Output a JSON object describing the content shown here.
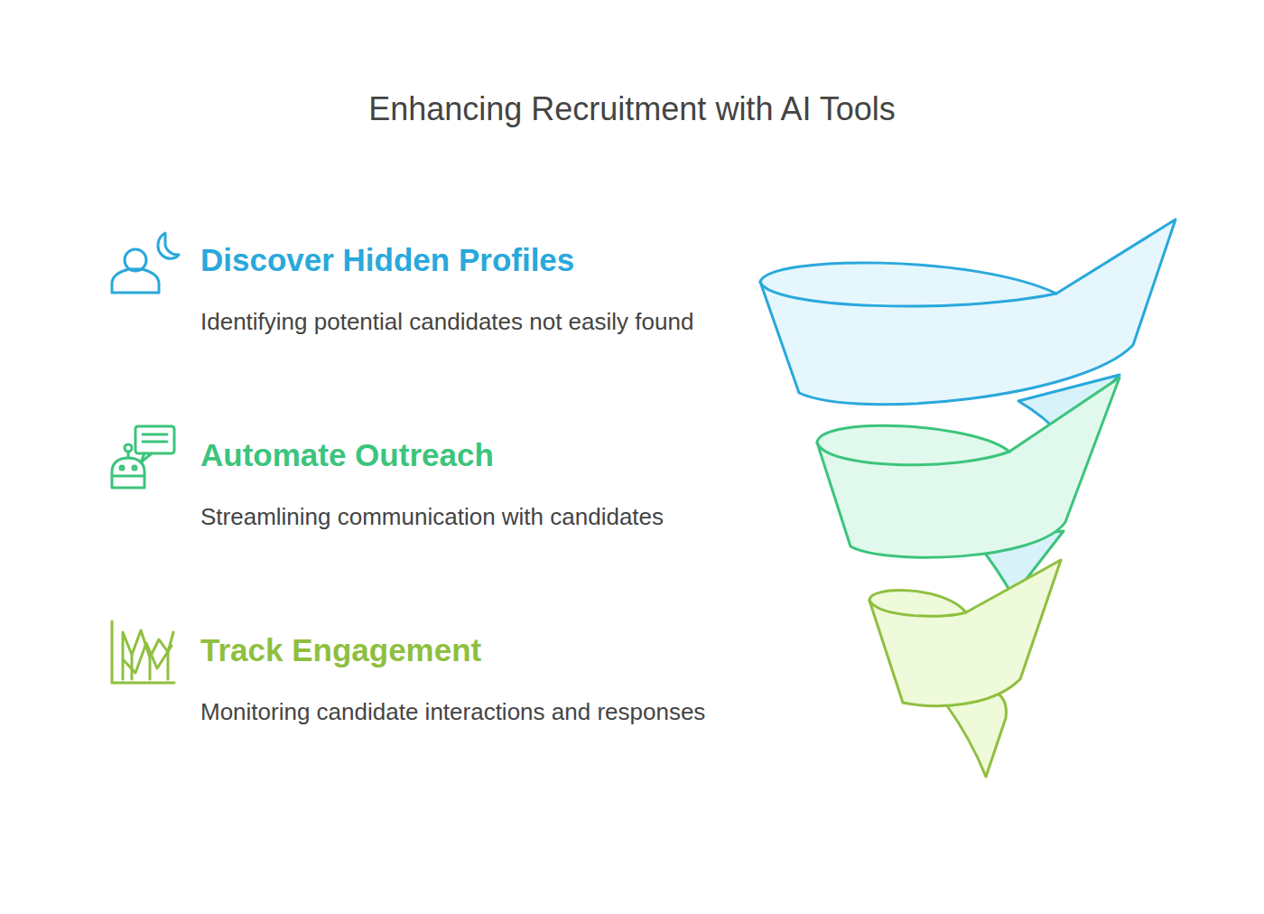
{
  "diagram": {
    "title": "Enhancing Recruitment with AI Tools",
    "labels": [
      "Discover Hidden Profiles",
      "Identifying potential candidates not easily found",
      "Automate Outreach",
      "Streamlining communication with candidates",
      "Track Engagement",
      "Monitoring candidate interactions and responses"
    ]
  }
}
